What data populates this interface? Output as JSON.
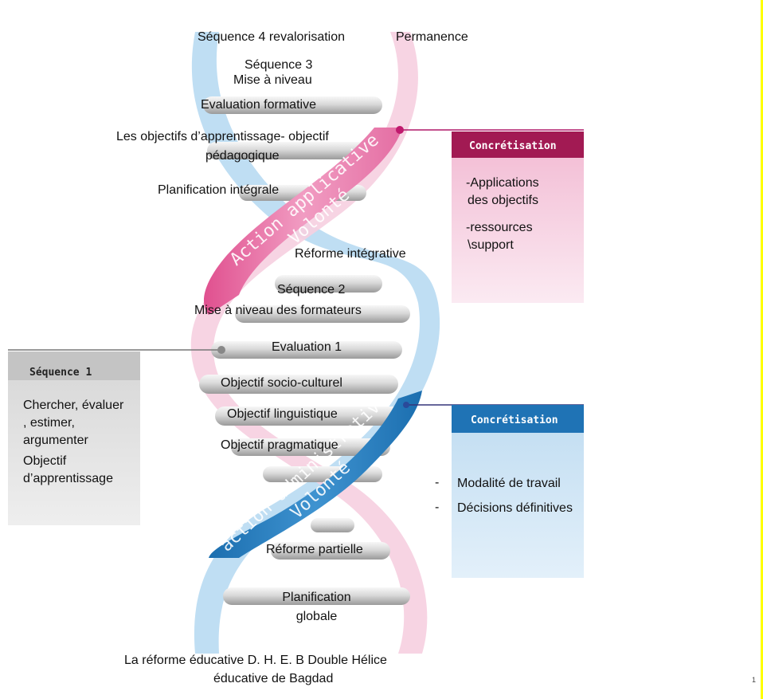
{
  "top_labels": {
    "sequence4": "Séquence 4 revalorisation",
    "permanence": "Permanence",
    "sequence3": "Séquence 3",
    "mise_a_niveau": "Mise à niveau"
  },
  "rungs": [
    "Evaluation formative",
    "Les objectifs d’apprentissage- objectif",
    "pédagogique",
    "Planification intégrale",
    "Réforme intégrative",
    "Séquence 2",
    "Mise à niveau des formateurs",
    "Evaluation 1",
    "Objectif socio-culturel",
    "Objectif linguistique",
    "Objectif pragmatique",
    "Réforme partielle",
    "Planification",
    "globale"
  ],
  "strands": {
    "pink_line1": "Action applicative",
    "pink_line2": "Volonté",
    "blue_line1": "action administrative",
    "blue_line2": "Volonté"
  },
  "bottom_labels": {
    "line1": "La réforme éducative D. H. E. B Double Hélice",
    "line2": "éducative de Bagdad"
  },
  "box_pink": {
    "title": "Concrétisation",
    "items": [
      "-Applications",
      "des objectifs",
      "-ressources",
      "\\support"
    ]
  },
  "box_blue": {
    "title": "Concrétisation",
    "items": [
      "-",
      "Modalité de travail",
      "-",
      "Décisions définitives"
    ]
  },
  "box_gray": {
    "title": "Séquence 1",
    "items": [
      "Chercher, évaluer",
      ", estimer,",
      "argumenter",
      "Objectif",
      "d’apprentissage"
    ]
  },
  "page_number": "1",
  "colors": {
    "pink": "#e46ea3",
    "pink_light": "#f6cfe0",
    "blue": "#2a7fc1",
    "blue_light": "#bcdcf2",
    "gray": "#cfcfcf",
    "box_pink_head": "#a21a53",
    "box_blue_head": "#1f73b5",
    "yellow": "#ffff00"
  }
}
